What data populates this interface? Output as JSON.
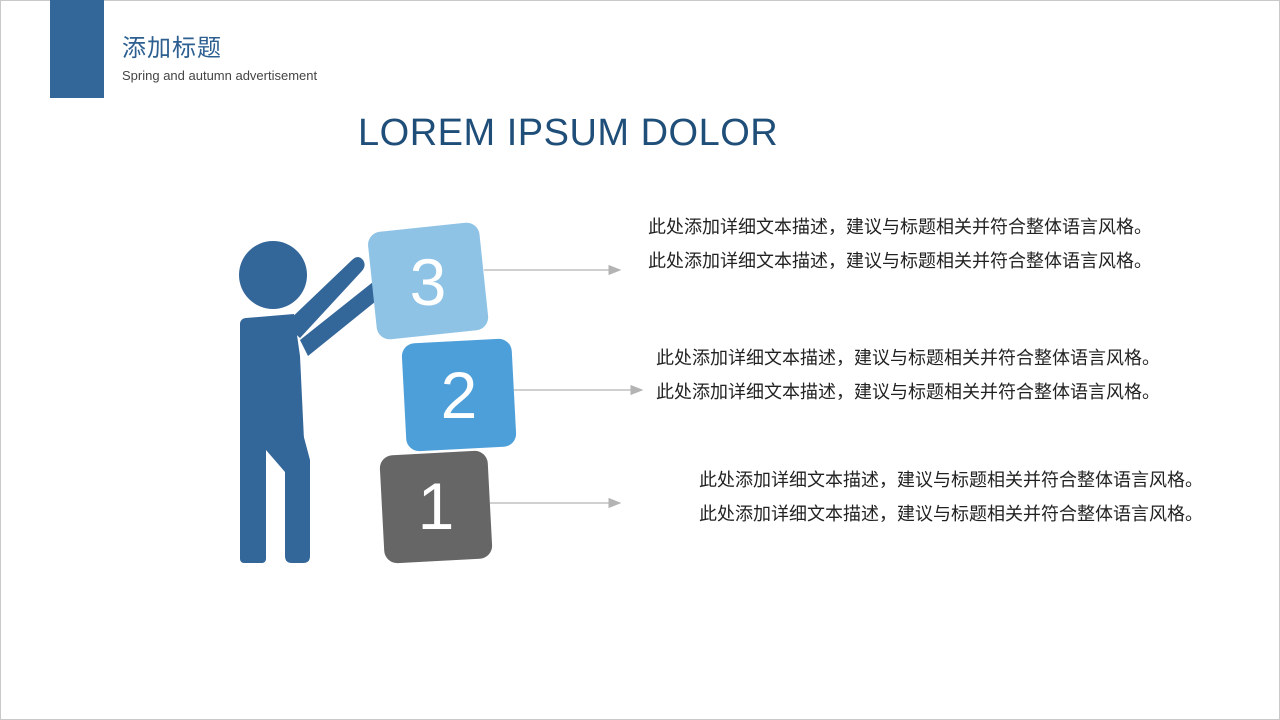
{
  "header": {
    "title": "添加标题",
    "subtitle": "Spring and autumn advertisement"
  },
  "headline": "LOREM IPSUM DOLOR",
  "steps": [
    {
      "number": "3",
      "color": "#8fc3e6",
      "text": "此处添加详细文本描述，建议与标题相关并符合整体语言风格。此处添加详细文本描述，建议与标题相关并符合整体语言风格。"
    },
    {
      "number": "2",
      "color": "#4d9fd9",
      "text": "此处添加详细文本描述，建议与标题相关并符合整体语言风格。此处添加详细文本描述，建议与标题相关并符合整体语言风格。"
    },
    {
      "number": "1",
      "color": "#666666",
      "text": "此处添加详细文本描述，建议与标题相关并符合整体语言风格。此处添加详细文本描述，建议与标题相关并符合整体语言风格。"
    }
  ],
  "colors": {
    "accent": "#336699",
    "figure": "#336699",
    "arrow": "#b3b3b3"
  }
}
